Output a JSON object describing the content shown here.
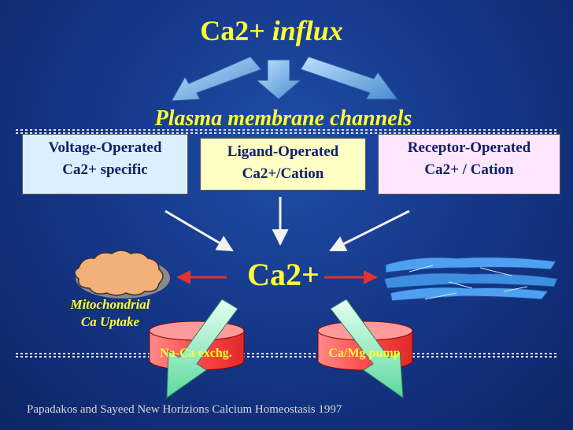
{
  "title": {
    "prefix": "Ca2+ ",
    "italic": "influx"
  },
  "subtitle": "Plasma membrane channels",
  "channels": {
    "voltage": {
      "line1": "Voltage-Operated",
      "line2": "Ca2+ specific"
    },
    "ligand": {
      "line1": "Ligand-Operated",
      "line2": "Ca2+/Cation"
    },
    "receptor": {
      "line1": "Receptor-Operated",
      "line2": "Ca2+ / Cation"
    }
  },
  "center_ion": "Ca2+",
  "mitochondria": {
    "line1": "Mitochondrial",
    "line2": "Ca Uptake"
  },
  "exchangers": {
    "na_ca": "Na-Ca exchg.",
    "ca_mg": "Ca/Mg pump"
  },
  "citation": "Papadakos and Sayeed New Horizions Calcium Homeostasis 1997",
  "colors": {
    "accent_text": "#ffff33",
    "arrow_fill": "#7fb8e6",
    "exit_arrow_fill": "#9ef0c4",
    "mito_fill": "#f4b079",
    "er_fill": "#4fa0f0",
    "cylinder_fill": "#ff5a5a",
    "membrane_line": "#d8d8d8",
    "red_arrow": "#e63232"
  }
}
